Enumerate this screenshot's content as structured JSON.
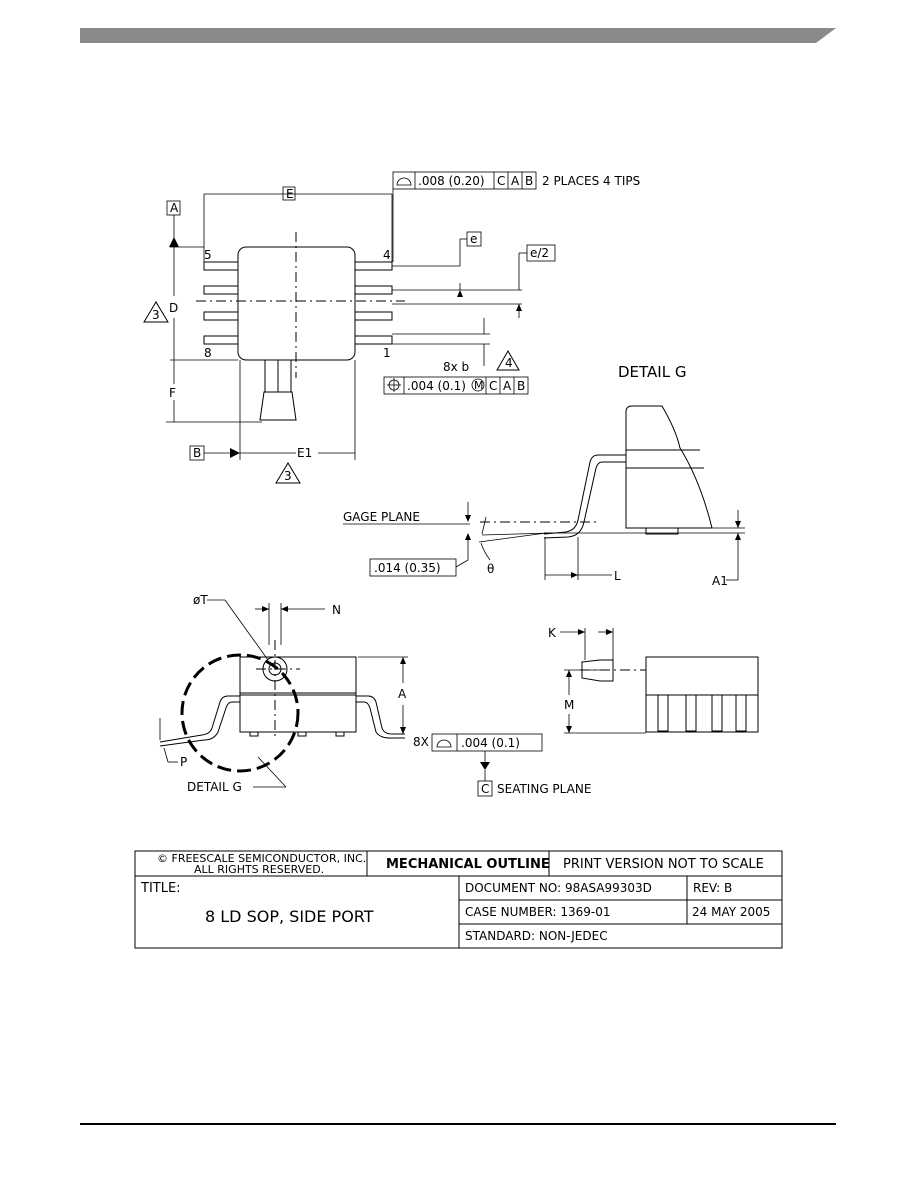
{
  "header": {
    "bar_color": "#8a8a8a"
  },
  "top_view": {
    "datum_a": "A",
    "datum_b": "B",
    "dim_e": "E",
    "dim_d": "D",
    "dim_f": "F",
    "dim_e1": "E1",
    "pin_5": "5",
    "pin_4": "4",
    "pin_8": "8",
    "pin_1": "1",
    "note_3a": "3",
    "note_3b": "3",
    "note_4": "4",
    "pitch_e": "e",
    "half_pitch": "e/2",
    "lead_count_b": "8x  b",
    "fcf_top": {
      "tol": ".008 (0.20)",
      "ref1": "C",
      "ref2": "A",
      "ref3": "B",
      "note": "2 PLACES 4 TIPS"
    },
    "fcf_pos": {
      "tol": ".004 (0.1)",
      "mod": "M",
      "ref1": "C",
      "ref2": "A",
      "ref3": "B"
    }
  },
  "detail_g": {
    "title": "DETAIL  G",
    "gage_plane": "GAGE PLANE",
    "gage_value": ".014 (0.35)",
    "theta": "θ",
    "dim_l": "L",
    "dim_a1": "A1"
  },
  "side_view": {
    "dia_t": "øT",
    "dim_n": "N",
    "dim_a": "A",
    "dim_p": "P",
    "detail_callout": "DETAIL  G",
    "count_8x": "8X",
    "coplanarity": ".004  (0.1)",
    "datum_c": "C",
    "seating_plane": "SEATING PLANE"
  },
  "end_view": {
    "dim_k": "K",
    "dim_m": "M"
  },
  "title_block": {
    "copyright_line1": "© FREESCALE SEMICONDUCTOR, INC.",
    "copyright_line2": "ALL RIGHTS RESERVED.",
    "outline_label": "MECHANICAL OUTLINE",
    "print_note": "PRINT VERSION NOT TO SCALE",
    "title_label": "TITLE:",
    "title_value": "8 LD SOP, SIDE PORT",
    "document_no": "DOCUMENT NO: 98ASA99303D",
    "rev": "REV: B",
    "case_number": "CASE NUMBER: 1369-01",
    "date": "24 MAY 2005",
    "standard": "STANDARD: NON-JEDEC"
  }
}
